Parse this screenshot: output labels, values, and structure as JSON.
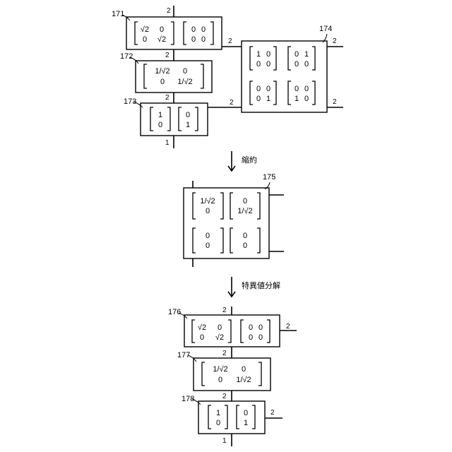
{
  "top_network": {
    "n171": {
      "label": "171",
      "m1": {
        "r1": [
          "√2",
          "0"
        ],
        "r2": [
          "0",
          "√2"
        ]
      },
      "m2": {
        "r1": [
          "0",
          "0"
        ],
        "r2": [
          "0",
          "0"
        ]
      },
      "top_index": "2",
      "right_index": "2"
    },
    "n172": {
      "label": "172",
      "r1": [
        "1/√2",
        "0"
      ],
      "r2": [
        "0",
        "1/√2"
      ],
      "top_index": "2"
    },
    "n173": {
      "label": "173",
      "m1": [
        "1",
        "0"
      ],
      "m2": [
        "0",
        "1"
      ],
      "top_index": "2",
      "right_index": "2",
      "bottom_index": "1"
    },
    "n174": {
      "label": "174",
      "tl": {
        "r1": [
          "1",
          "0"
        ],
        "r2": [
          "0",
          "0"
        ]
      },
      "tr": {
        "r1": [
          "0",
          "1"
        ],
        "r2": [
          "0",
          "0"
        ]
      },
      "bl": {
        "r1": [
          "0",
          "0"
        ],
        "r2": [
          "0",
          "1"
        ]
      },
      "br": {
        "r1": [
          "0",
          "0"
        ],
        "r2": [
          "1",
          "0"
        ]
      },
      "right_top_index": "2",
      "right_bottom_index": "2"
    }
  },
  "step1": {
    "label": "縮約"
  },
  "contracted": {
    "n175": {
      "label": "175",
      "tl": [
        "1/√2",
        "0"
      ],
      "tr": [
        "0",
        "1/√2"
      ],
      "bl": [
        "0",
        "0"
      ],
      "br": [
        "0",
        "0"
      ]
    }
  },
  "step2": {
    "label": "特異値分解"
  },
  "bottom_network": {
    "n176": {
      "label": "176",
      "m1": {
        "r1": [
          "√2",
          "0"
        ],
        "r2": [
          "0",
          "√2"
        ]
      },
      "m2": {
        "r1": [
          "0",
          "0"
        ],
        "r2": [
          "0",
          "0"
        ]
      },
      "top_index": "2",
      "right_index": "2"
    },
    "n177": {
      "label": "177",
      "r1": [
        "1/√2",
        "0"
      ],
      "r2": [
        "0",
        "1/√2"
      ],
      "top_index": "2"
    },
    "n178": {
      "label": "178",
      "m1": [
        "1",
        "0"
      ],
      "m2": [
        "0",
        "1"
      ],
      "top_index": "2",
      "right_index": "2",
      "bottom_index": "1"
    }
  }
}
